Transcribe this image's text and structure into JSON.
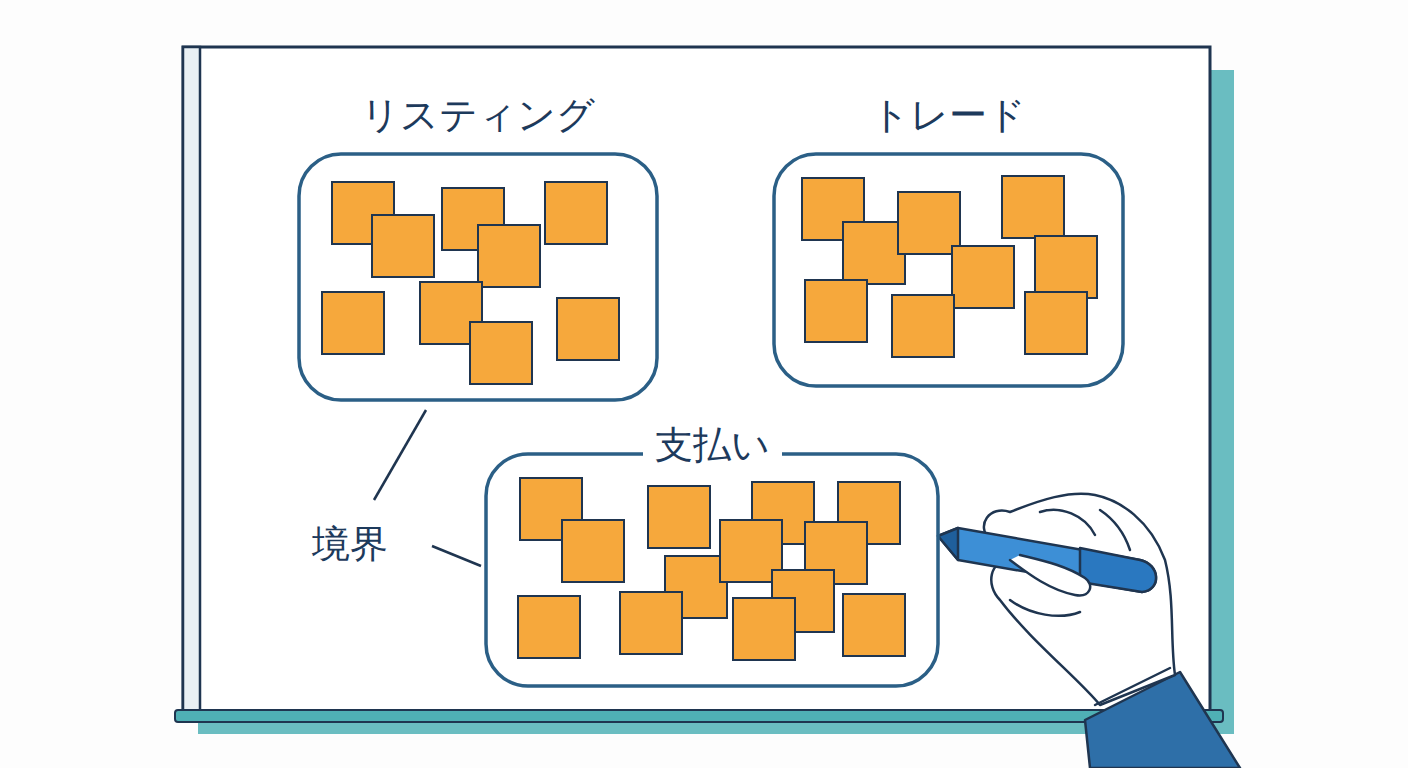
{
  "diagram": {
    "nodes": [
      {
        "text": [
          "リスティング"
        ]
      },
      {
        "text": [
          "トレード"
        ]
      },
      {
        "text": [
          "支払い"
        ]
      }
    ],
    "labels": [
      "境界"
    ]
  }
}
